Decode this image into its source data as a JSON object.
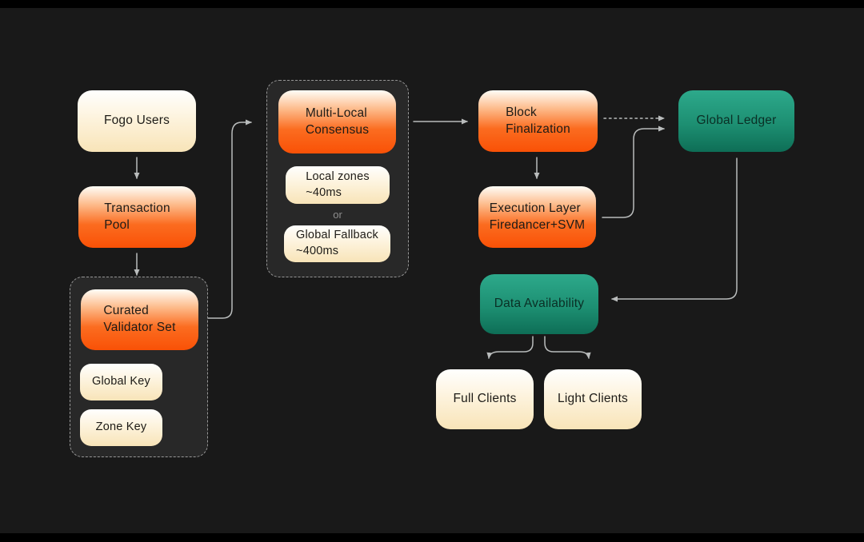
{
  "diagram": {
    "title": "Fogo network architecture flow",
    "nodes": {
      "fogo_users": {
        "label": "Fogo Users",
        "style": "cream"
      },
      "transaction_pool": {
        "label": "Transaction\nPool",
        "style": "orange"
      },
      "curated_validator_set": {
        "label": "Curated\nValidator Set",
        "style": "orange"
      },
      "global_key": {
        "label": "Global Key",
        "style": "cream"
      },
      "zone_key": {
        "label": "Zone Key",
        "style": "cream"
      },
      "multi_local_consensus": {
        "label": "Multi-Local\nConsensus",
        "style": "orange"
      },
      "local_zones": {
        "label": "Local zones\n~40ms",
        "style": "cream"
      },
      "or": {
        "label": "or"
      },
      "global_fallback": {
        "label": "Global Fallback\n~400ms",
        "style": "cream"
      },
      "block_finalization": {
        "label": "Block\nFinalization",
        "style": "orange"
      },
      "global_ledger": {
        "label": "Global Ledger",
        "style": "teal"
      },
      "execution_layer": {
        "label": "Execution Layer\nFiredancer+SVM",
        "style": "orange"
      },
      "data_availability": {
        "label": "Data Availability",
        "style": "teal"
      },
      "full_clients": {
        "label": "Full Clients",
        "style": "cream"
      },
      "light_clients": {
        "label": "Light Clients",
        "style": "cream"
      }
    },
    "edges": [
      {
        "from": "fogo_users",
        "to": "transaction_pool",
        "dashed": false
      },
      {
        "from": "transaction_pool",
        "to": "curated_validator_set",
        "dashed": false
      },
      {
        "from": "curated_validator_set",
        "to": "multi_local_consensus",
        "dashed": false
      },
      {
        "from": "multi_local_consensus",
        "to": "block_finalization",
        "dashed": false
      },
      {
        "from": "block_finalization",
        "to": "global_ledger",
        "dashed": true
      },
      {
        "from": "block_finalization",
        "to": "execution_layer",
        "dashed": false
      },
      {
        "from": "execution_layer",
        "to": "global_ledger",
        "dashed": false
      },
      {
        "from": "global_ledger",
        "to": "data_availability",
        "dashed": false
      },
      {
        "from": "data_availability",
        "to": "full_clients",
        "dashed": false
      },
      {
        "from": "data_availability",
        "to": "light_clients",
        "dashed": false
      }
    ],
    "colors": {
      "background": "#191919",
      "letterbox": "#000000",
      "group_background": "#282828",
      "group_border": "#979797",
      "arrow": "#b9bcbc",
      "orange_gradient_bottom": "#f95106",
      "cream_gradient_bottom": "#f8e4b8",
      "teal_gradient_top": "#2da98b",
      "teal_gradient_bottom": "#0e6e56",
      "text_dark": "#1d1b17",
      "or_text": "#8d8d8d"
    }
  }
}
